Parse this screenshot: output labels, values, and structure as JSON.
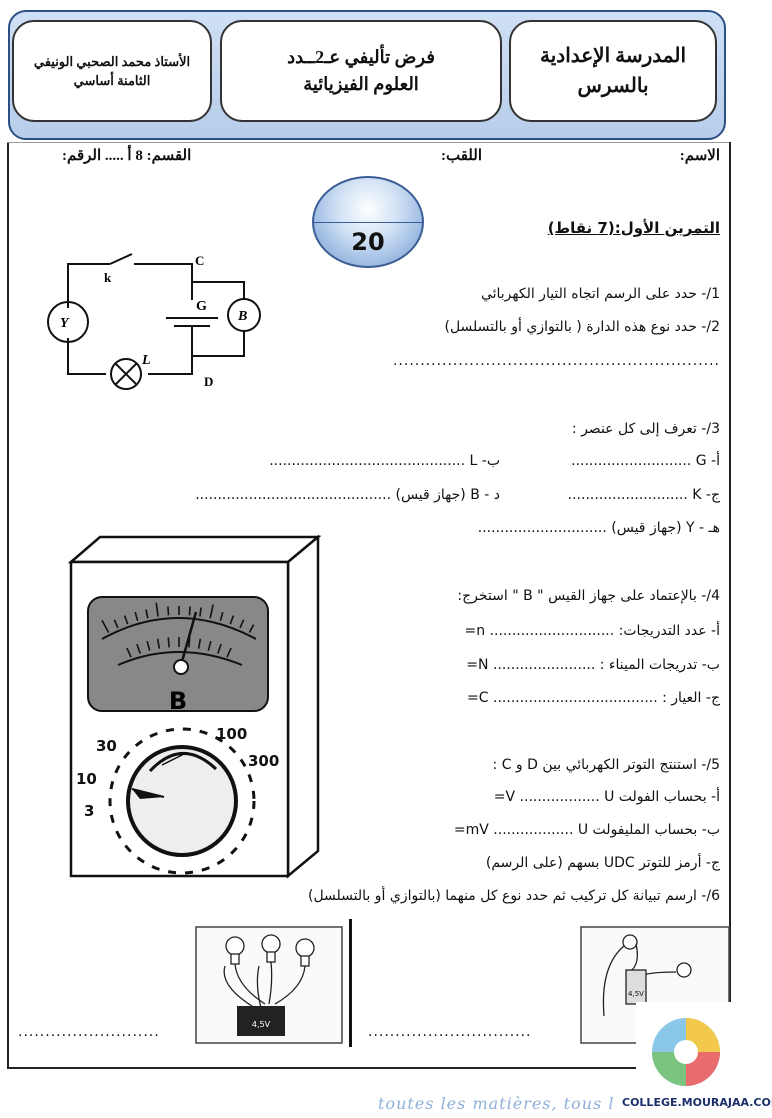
{
  "header": {
    "school_line1": "المدرسة الإعدادية",
    "school_line2": "بالسرس",
    "exam_title": "فرض تأليفي عـ2ــدد",
    "subject": "العلوم الفيزيائية",
    "teacher": "الأستاذ محمد الصحبي الونيفي",
    "level": "الثامنة أساسي"
  },
  "info": {
    "name_label": "الاسم:",
    "surname_label": "اللقب:",
    "class_label": "القسم: 8 أ ..... الرقم:"
  },
  "score": "20",
  "ex1": {
    "title": "التمرين الأول:(7 نقاط)",
    "q1": "1/- حدد على الرسم اتجاه التيار الكهربائي",
    "q2": "2/- حدد نوع هذه الدارة ( بالتوازي أو بالتسلسل)",
    "q2_dots": "............................................................",
    "q3": "3/- تعرف إلى كل عنصر :",
    "q3_a": "أ- G ...........................",
    "q3_b": "ب- L ............................................",
    "q3_c": "ج- K ...........................",
    "q3_d": "د - B (جهاز قيس) ............................................",
    "q3_e": "هـ - Y (جهاز قيس) .............................",
    "q4": "4/- بالإعتماد على جهاز القيس \" B \" استخرج:",
    "q4_a": "أ- عدد التدريجات: ............................ n=",
    "q4_b": "ب- تدريجات الميناء : ....................... N=",
    "q4_c": "ج- العيار : ..................................... C=",
    "q5": "5/- استنتج التوتر الكهربائي بين D و C :",
    "q5_a": "أ- بحساب الفولت V .................. U=",
    "q5_b": "ب- بحساب المليفولت mV .................. U=",
    "q5_c": "ج- أرمز للتوتر UDC بسهم (على الرسم)",
    "q6": "6/- ارسم تبيانة كل تركيب ثم حدد نوع كل منهما (بالتوازي أو بالتسلسل)",
    "q6_dots_left": "..........................",
    "q6_dots_mid": ".............................."
  },
  "circuit": {
    "labels": [
      "k",
      "C",
      "G",
      "Y",
      "B",
      "L",
      "D"
    ]
  },
  "meter": {
    "letter": "B",
    "calibers": [
      "30",
      "100",
      "10",
      "300",
      "3"
    ]
  },
  "photo": {
    "battery_label": "4,5V"
  },
  "footer": {
    "text": "toutes les matières, tous l",
    "site": "COLLEGE.MOURAJAA.COM"
  }
}
